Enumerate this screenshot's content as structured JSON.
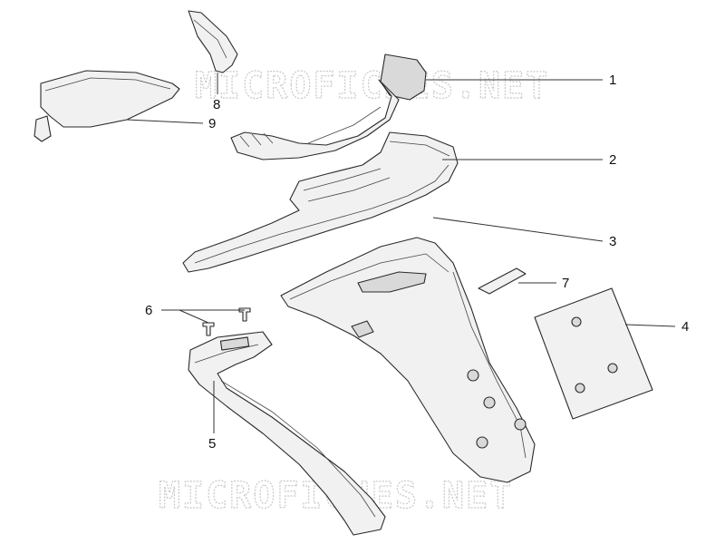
{
  "watermark_text": "MICROFICHES.NET",
  "callouts": [
    {
      "label": "1"
    },
    {
      "label": "2"
    },
    {
      "label": "3"
    },
    {
      "label": "4"
    },
    {
      "label": "5"
    },
    {
      "label": "6"
    },
    {
      "label": "7"
    },
    {
      "label": "8"
    },
    {
      "label": "9"
    }
  ]
}
